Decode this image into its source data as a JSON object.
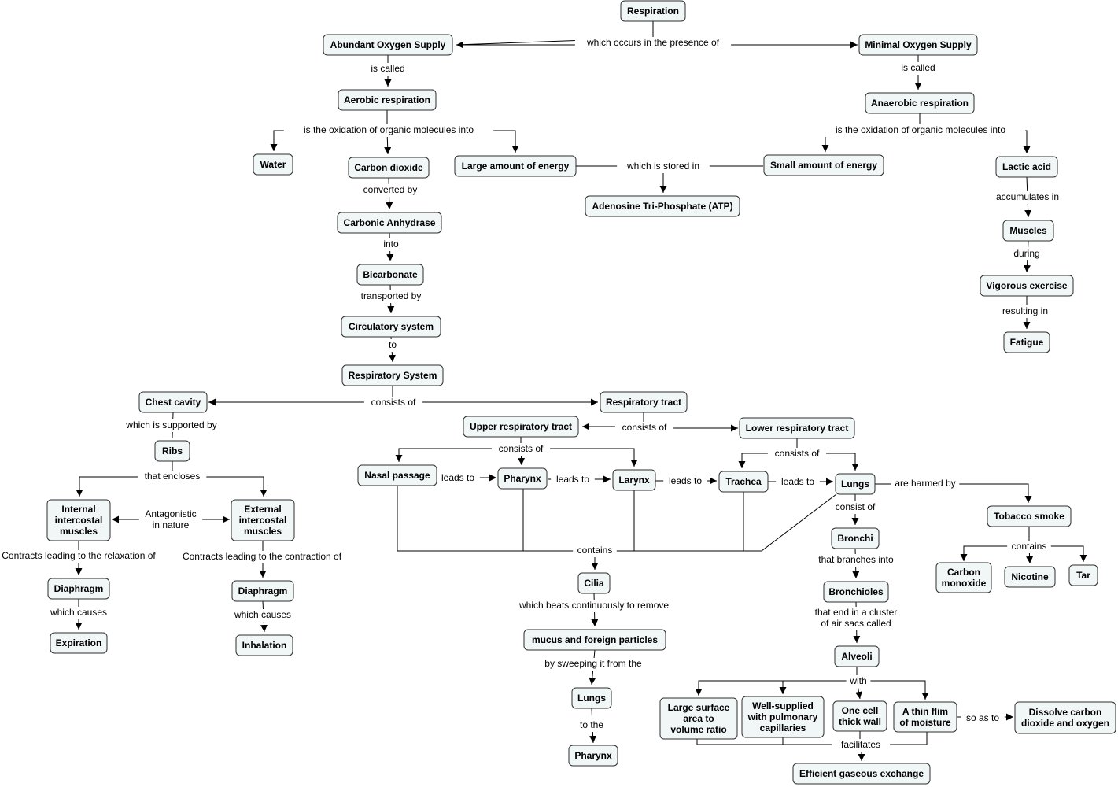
{
  "nodes": {
    "respiration": "Respiration",
    "abundant_oxygen": "Abundant Oxygen Supply",
    "minimal_oxygen": "Minimal Oxygen Supply",
    "aerobic": "Aerobic respiration",
    "anaerobic": "Anaerobic respiration",
    "water": "Water",
    "carbon_dioxide": "Carbon dioxide",
    "large_energy": "Large amount of energy",
    "small_energy": "Small amount of energy",
    "lactic_acid": "Lactic acid",
    "atp": "Adenosine Tri-Phosphate (ATP)",
    "muscles": "Muscles",
    "carbonic_anhydrase": "Carbonic Anhydrase",
    "bicarbonate": "Bicarbonate",
    "vigorous_exercise": "Vigorous exercise",
    "circulatory_system": "Circulatory system",
    "fatigue": "Fatigue",
    "respiratory_system": "Respiratory System",
    "chest_cavity": "Chest cavity",
    "respiratory_tract": "Respiratory tract",
    "upper_tract": "Upper respiratory tract",
    "lower_tract": "Lower respiratory tract",
    "ribs": "Ribs",
    "nasal_passage": "Nasal passage",
    "pharynx": "Pharynx",
    "larynx": "Larynx",
    "trachea": "Trachea",
    "lungs": "Lungs",
    "internal_intercostal": "Internal intercostal muscles",
    "external_intercostal": "External intercostal muscles",
    "tobacco_smoke": "Tobacco smoke",
    "bronchi": "Bronchi",
    "carbon_monoxide": "Carbon monoxide",
    "nicotine": "Nicotine",
    "tar": "Tar",
    "diaphragm_left": "Diaphragm",
    "diaphragm_right": "Diaphragm",
    "cilia": "Cilia",
    "bronchioles": "Bronchioles",
    "expiration": "Expiration",
    "inhalation": "Inhalation",
    "mucus": "mucus and foreign particles",
    "alveoli": "Alveoli",
    "lungs2": "Lungs",
    "large_surface": "Large surface area to volume ratio",
    "well_supplied": "Well-supplied with pulmonary capillaries",
    "one_cell": "One cell thick wall",
    "thin_film": "A thin flim of moisture",
    "dissolve": "Dissolve carbon dioxide and oxygen",
    "pharynx2": "Pharynx",
    "efficient_exchange": "Efficient gaseous exchange"
  },
  "links": {
    "occurs_presence": "which occurs in the presence of",
    "is_called_left": "is called",
    "is_called_right": "is called",
    "oxidation_left": "is the oxidation of organic molecules into",
    "oxidation_right": "is the oxidation of organic molecules into",
    "stored_in": "which is stored in",
    "converted_by": "converted by",
    "accumulates_in": "accumulates in",
    "into": "into",
    "during": "during",
    "transported_by": "transported by",
    "resulting_in": "resulting in",
    "to": "to",
    "consists_of_main": "consists of",
    "consists_of_tract": "consists of",
    "supported_by": "which is supported by",
    "consists_of_upper": "consists of",
    "consists_of_lower": "consists of",
    "encloses": "that encloses",
    "leads_to_1": "leads to",
    "leads_to_2": "leads to",
    "leads_to_3": "leads to",
    "leads_to_4": "leads to",
    "harmed_by": "are harmed by",
    "antagonistic": "Antagonistic in nature",
    "consist_of_lungs": "consist of",
    "contains_smoke": "contains",
    "contains_cilia": "contains",
    "relaxation": "Contracts leading to the relaxation of",
    "contraction": "Contracts leading to the contraction of",
    "branches_into": "that branches into",
    "causes_left": "which causes",
    "causes_right": "which causes",
    "beats": "which beats continuously to remove",
    "end_cluster": "that end in a cluster of air sacs called",
    "sweeping": "by sweeping it from the",
    "with": "with",
    "so_as_to": "so as to",
    "to_the": "to the",
    "facilitates": "facilitates"
  }
}
